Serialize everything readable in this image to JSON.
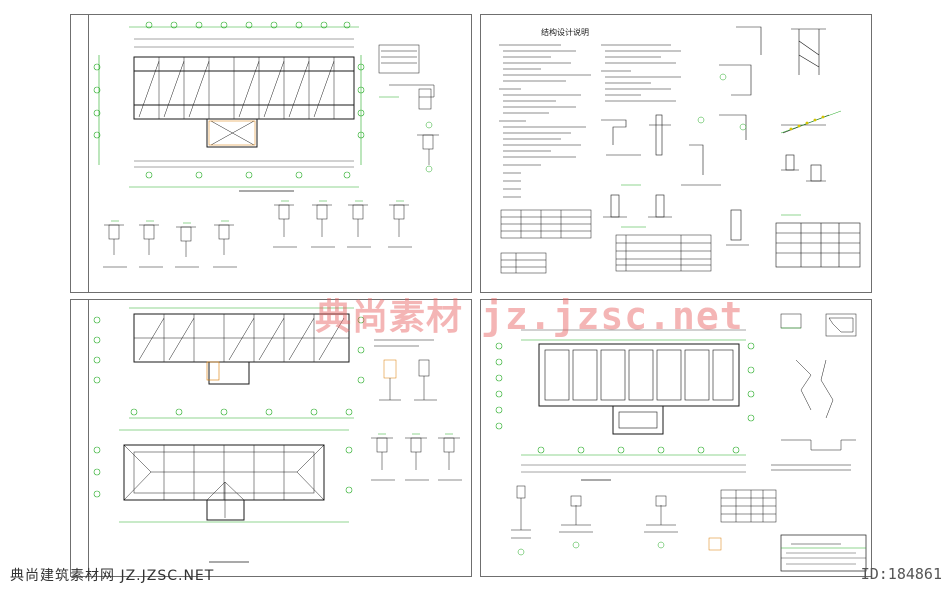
{
  "watermark": {
    "brand": "典尚素材",
    "site": "jz.jzsc.net"
  },
  "footer": {
    "left": "典尚建筑素材网 JZ.JZSC.NET",
    "right": "ID:184861"
  },
  "sheet2": {
    "title": "结构设计说明"
  },
  "colors": {
    "line": "#1a1a1a",
    "accent": "#22aa22",
    "highlight": "#d97a00",
    "watermark": "#e65a5a"
  }
}
